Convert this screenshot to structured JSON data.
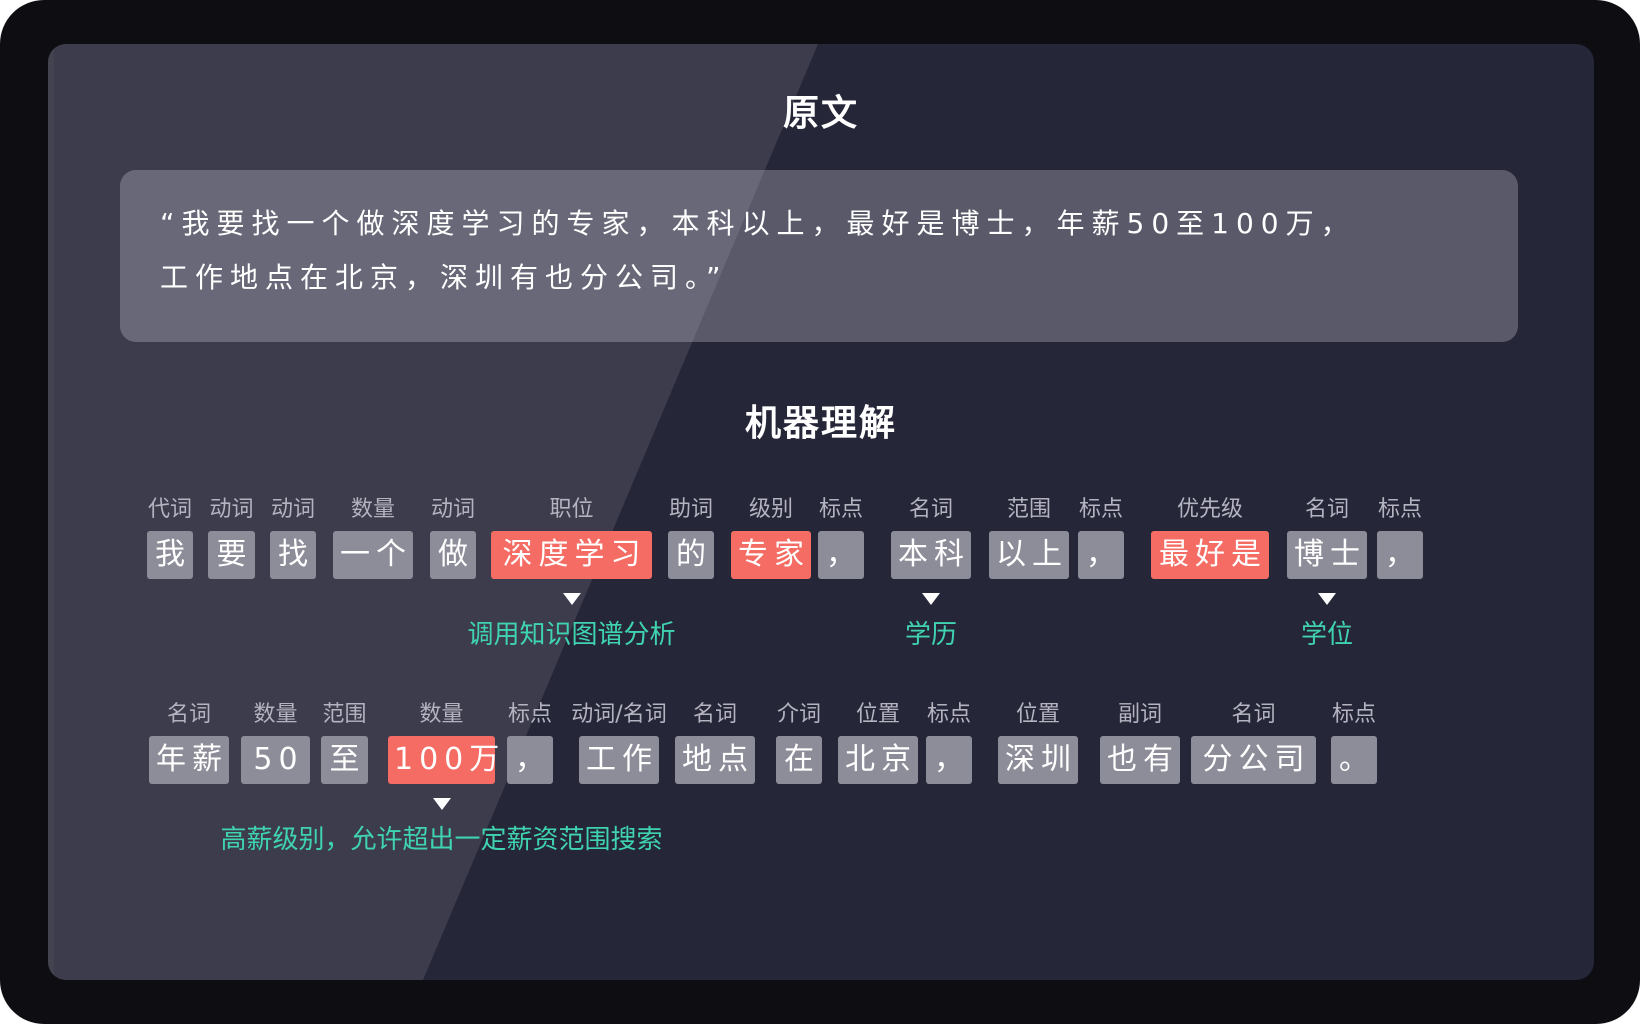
{
  "original_title": "原文",
  "original_text_line1": "“我要找一个做深度学习的专家，本科以上，最好是博士，年薪50至100万，",
  "original_text_line2": "工作地点在北京，深圳有也分公司。”",
  "machine_title": "机器理解",
  "colors": {
    "token": "#8d8c99",
    "highlight": "#f46c63",
    "note": "#3fd3b0",
    "pos_label": "#b4b3c0"
  },
  "row1": {
    "tokens": [
      {
        "pos": "代词",
        "text": "我",
        "highlight": false
      },
      {
        "pos": "动词",
        "text": "要",
        "highlight": false
      },
      {
        "pos": "动词",
        "text": "找",
        "highlight": false
      },
      {
        "pos": "数量",
        "text": "一个",
        "highlight": false
      },
      {
        "pos": "动词",
        "text": "做",
        "highlight": false
      },
      {
        "pos": "职位",
        "text": "深度学习",
        "highlight": true
      },
      {
        "pos": "助词",
        "text": "的",
        "highlight": false
      },
      {
        "pos": "级别",
        "text": "专家",
        "highlight": true
      },
      {
        "pos": "标点",
        "text": "，",
        "highlight": false
      },
      {
        "pos": "名词",
        "text": "本科",
        "highlight": false
      },
      {
        "pos": "范围",
        "text": "以上",
        "highlight": false
      },
      {
        "pos": "标点",
        "text": "，",
        "highlight": false
      },
      {
        "pos": "优先级",
        "text": "最好是",
        "highlight": true
      },
      {
        "pos": "名词",
        "text": "博士",
        "highlight": false
      },
      {
        "pos": "标点",
        "text": "，",
        "highlight": false
      }
    ],
    "notes": [
      {
        "token_index": 5,
        "text": "调用知识图谱分析"
      },
      {
        "token_index": 9,
        "text": "学历"
      },
      {
        "token_index": 13,
        "text": "学位"
      }
    ]
  },
  "row2": {
    "tokens": [
      {
        "pos": "名词",
        "text": "年薪",
        "highlight": false
      },
      {
        "pos": "数量",
        "text": "50",
        "highlight": false
      },
      {
        "pos": "范围",
        "text": "至",
        "highlight": false
      },
      {
        "pos": "数量",
        "text": "100万",
        "highlight": true
      },
      {
        "pos": "标点",
        "text": "，",
        "highlight": false
      },
      {
        "pos": "动词/名词",
        "text": "工作",
        "highlight": false
      },
      {
        "pos": "名词",
        "text": "地点",
        "highlight": false
      },
      {
        "pos": "介词",
        "text": "在",
        "highlight": false
      },
      {
        "pos": "位置",
        "text": "北京",
        "highlight": false
      },
      {
        "pos": "标点",
        "text": "，",
        "highlight": false
      },
      {
        "pos": "位置",
        "text": "深圳",
        "highlight": false
      },
      {
        "pos": "副词",
        "text": "也有",
        "highlight": false
      },
      {
        "pos": "名词",
        "text": "分公司",
        "highlight": false
      },
      {
        "pos": "标点",
        "text": "。",
        "highlight": false
      }
    ],
    "notes": [
      {
        "token_index": 3,
        "text": "高薪级别，允许超出一定薪资范围搜索"
      }
    ]
  }
}
